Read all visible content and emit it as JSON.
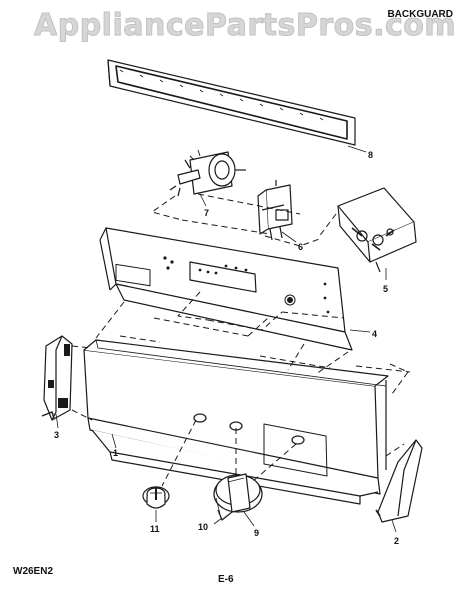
{
  "watermark": "AppliancePartsPros.com",
  "section_title": "BACKGUARD",
  "model_code": "W26EN2",
  "page_code": "E-6",
  "callouts": {
    "c1": "1",
    "c2": "2",
    "c3": "3",
    "c4": "4",
    "c5": "5",
    "c6": "6",
    "c7": "7",
    "c8": "8",
    "c9": "9",
    "c10": "10",
    "c11": "11"
  },
  "colors": {
    "line": "#1a1a1a",
    "watermark": "#d6d6d6",
    "background": "#ffffff"
  }
}
